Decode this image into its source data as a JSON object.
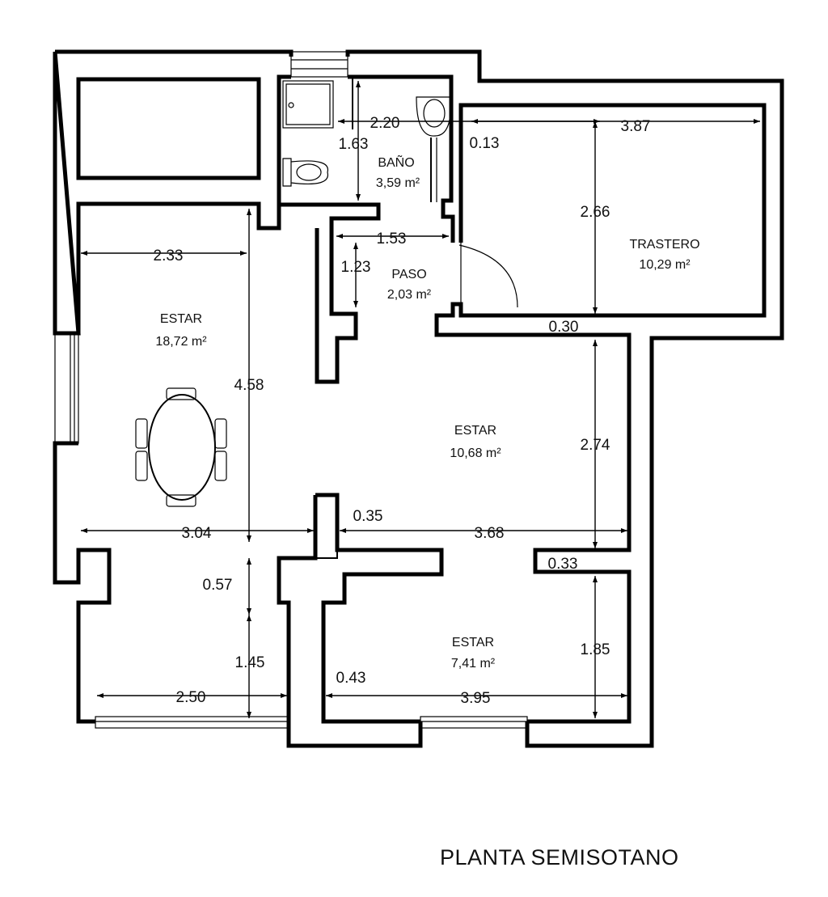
{
  "title": "PLANTA SEMISOTANO",
  "rooms": {
    "bano": {
      "name": "BAÑO",
      "area": "3,59 m²"
    },
    "trastero": {
      "name": "TRASTERO",
      "area": "10,29 m²"
    },
    "paso": {
      "name": "PASO",
      "area": "2,03 m²"
    },
    "estar_1": {
      "name": "ESTAR",
      "area": "18,72 m²"
    },
    "estar_2": {
      "name": "ESTAR",
      "area": "10,68 m²"
    },
    "estar_3": {
      "name": "ESTAR",
      "area": "7,41 m²"
    }
  },
  "dimensions": {
    "d_2_20": "2.20",
    "d_1_63": "1.63",
    "d_0_13": "0.13",
    "d_3_87": "3.87",
    "d_2_66": "2.66",
    "d_1_53": "1.53",
    "d_1_23": "1.23",
    "d_2_33": "2.33",
    "d_0_30": "0.30",
    "d_4_58": "4.58",
    "d_2_74": "2.74",
    "d_0_35": "0.35",
    "d_3_04": "3.04",
    "d_3_68": "3.68",
    "d_0_33": "0.33",
    "d_0_57": "0.57",
    "d_1_45": "1.45",
    "d_1_85": "1.85",
    "d_0_43": "0.43",
    "d_3_95": "3.95",
    "d_2_50": "2.50"
  }
}
